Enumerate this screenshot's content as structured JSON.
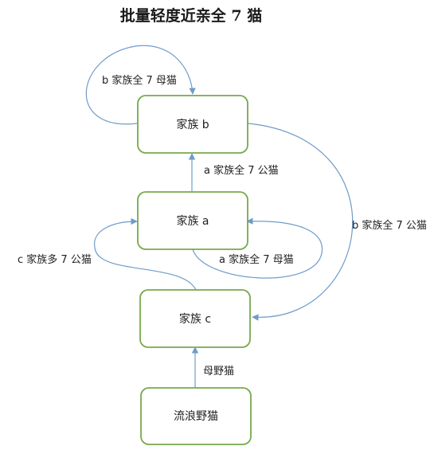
{
  "title": "批量轻度近亲全 7 猫",
  "colors": {
    "node_border": "#77a94c",
    "edge_line": "#6e9cc9"
  },
  "nodes": {
    "b": {
      "label": "家族 b"
    },
    "a": {
      "label": "家族 a"
    },
    "c": {
      "label": "家族 c"
    },
    "stray": {
      "label": "流浪野猫"
    }
  },
  "edges": {
    "b_self": {
      "label": "b 家族全 7 母猫"
    },
    "a_to_b": {
      "label": "a 家族全 7 公猫"
    },
    "c_to_a": {
      "label": "c 家族多 7 公猫"
    },
    "a_self": {
      "label": "a 家族全 7 母猫"
    },
    "b_to_c": {
      "label": "b 家族全 7 公猫"
    },
    "stray_to_c": {
      "label": "母野猫"
    }
  }
}
